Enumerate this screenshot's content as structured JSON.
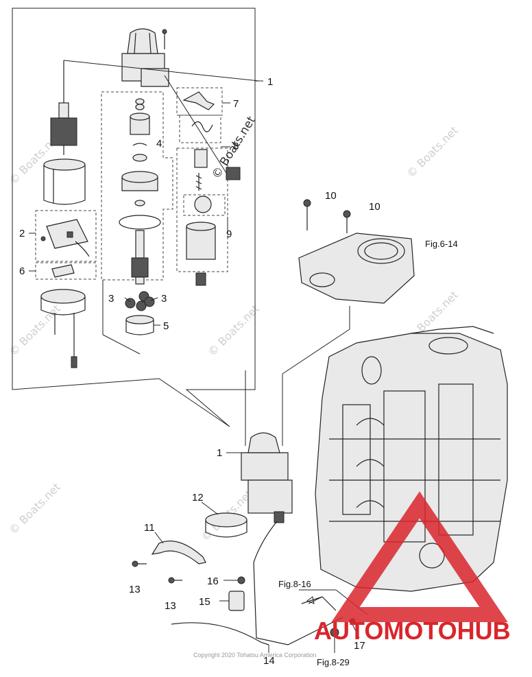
{
  "callouts": {
    "c1_top": "1",
    "c2": "2",
    "c3_left": "3",
    "c3_right": "3",
    "c4": "4",
    "c5": "5",
    "c6": "6",
    "c7": "7",
    "c8": "8",
    "c9": "9",
    "c10_a": "10",
    "c10_b": "10",
    "c1_main": "1",
    "c11": "11",
    "c12": "12",
    "c13_a": "13",
    "c13_b": "13",
    "c14": "14",
    "c15": "15",
    "c16": "16",
    "c17": "17"
  },
  "figure_refs": {
    "fig6_14": "Fig.6-14",
    "fig8_16": "Fig.8-16",
    "fig8_29": "Fig.8-29"
  },
  "watermarks": {
    "boats_net": "© Boats.net"
  },
  "copyright": "Copyright 2020 Tohatsu America Corporation",
  "logo": {
    "text": "AUTOMOTOHUB",
    "color": "#d9262c"
  }
}
